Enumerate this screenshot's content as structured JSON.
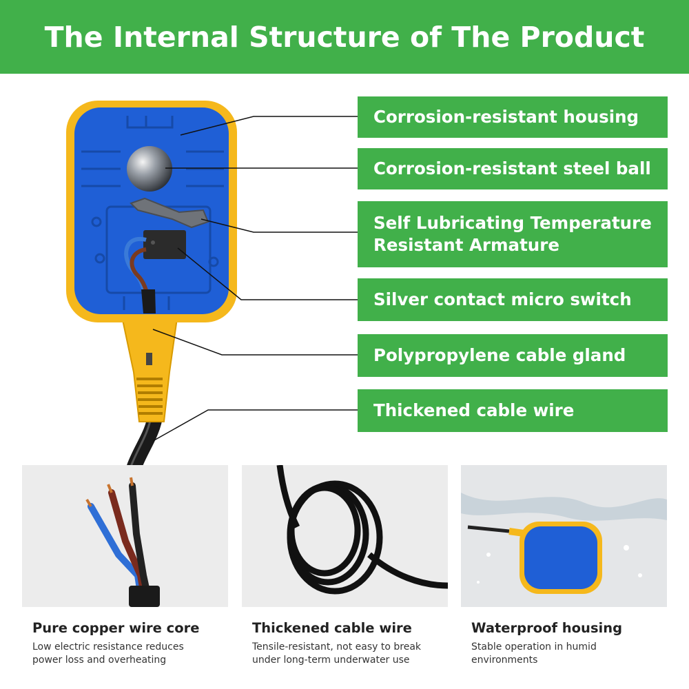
{
  "header": {
    "title": "The Internal Structure of The Product"
  },
  "callouts": [
    {
      "text": "Corrosion-resistant housing"
    },
    {
      "text": "Corrosion-resistant steel ball"
    },
    {
      "text": "Self Lubricating Temperature Resistant Armature"
    },
    {
      "text": "Silver contact micro switch"
    },
    {
      "text": "Polypropylene cable gland"
    },
    {
      "text": "Thickened cable wire"
    }
  ],
  "features": [
    {
      "title": "Pure copper wire core",
      "desc": "Low electric resistance reduces power loss and overheating"
    },
    {
      "title": "Thickened cable wire",
      "desc": "Tensile-resistant, not easy to break under long-term underwater use"
    },
    {
      "title": "Waterproof housing",
      "desc": "Stable operation in humid environments"
    }
  ],
  "colors": {
    "accent": "#41b04a",
    "housing_blue": "#1f5fd6",
    "housing_yellow": "#f5b81c",
    "cable": "#1a1a1a"
  }
}
